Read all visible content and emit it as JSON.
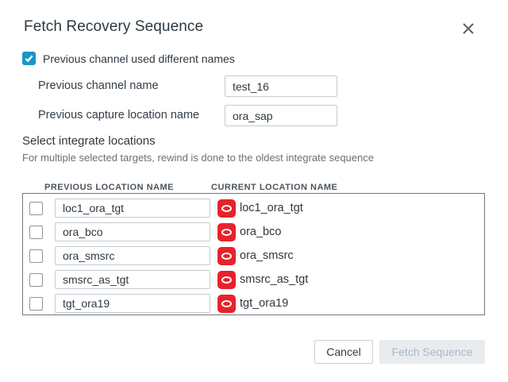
{
  "dialog": {
    "title": "Fetch Recovery Sequence"
  },
  "option": {
    "label": "Previous channel used different names",
    "checked": true
  },
  "fields": [
    {
      "label": "Previous channel name",
      "value": "test_16"
    },
    {
      "label": "Previous capture location name",
      "value": "ora_sap"
    }
  ],
  "section": {
    "title": "Select integrate locations",
    "subtitle": "For multiple selected targets, rewind is done to the oldest integrate sequence"
  },
  "table": {
    "columns": [
      "PREVIOUS LOCATION NAME",
      "CURRENT LOCATION NAME"
    ],
    "rows": [
      {
        "previous": "loc1_ora_tgt",
        "current": "loc1_ora_tgt",
        "checked": false
      },
      {
        "previous": "ora_bco",
        "current": "ora_bco",
        "checked": false
      },
      {
        "previous": "ora_smsrc",
        "current": "ora_smsrc",
        "checked": false
      },
      {
        "previous": "smsrc_as_tgt",
        "current": "smsrc_as_tgt",
        "checked": false
      },
      {
        "previous": "tgt_ora19",
        "current": "tgt_ora19",
        "checked": false
      }
    ]
  },
  "footer": {
    "cancel_label": "Cancel",
    "submit_label": "Fetch Sequence",
    "submit_disabled": true
  },
  "colors": {
    "accent_teal": "#1797c5",
    "oracle_red": "#e8222a",
    "container_border": "#71787f",
    "input_border": "#c6ccd2",
    "disabled_bg": "#e8ecef",
    "disabled_text": "#aeb6c2"
  }
}
